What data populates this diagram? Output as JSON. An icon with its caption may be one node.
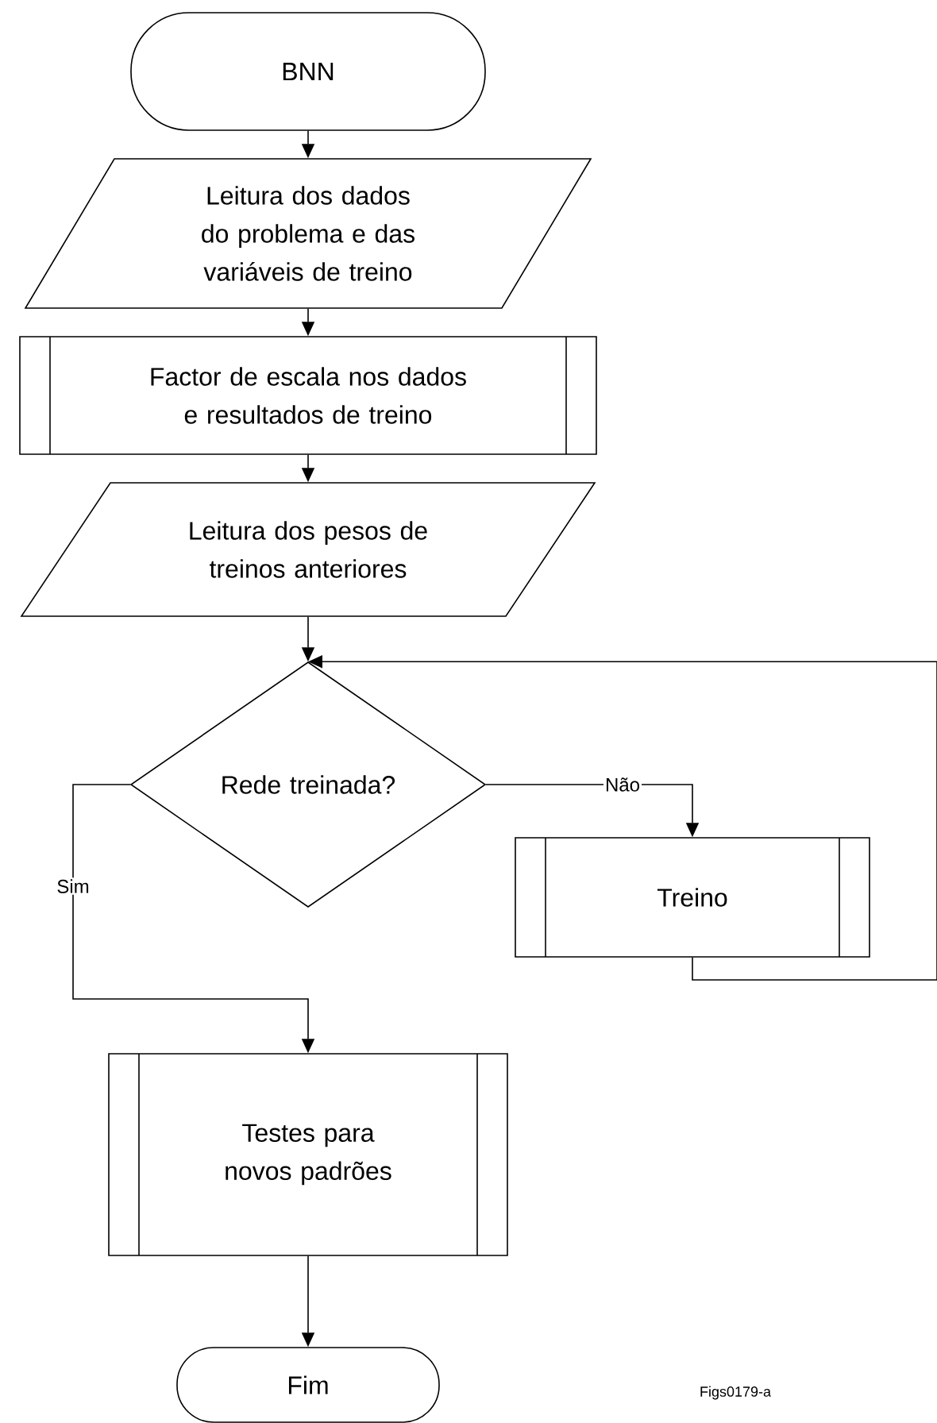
{
  "diagram": {
    "nodes": [
      {
        "text": [
          "BNN"
        ]
      },
      {
        "text": [
          "Leitura dos dados do problema e das variáveis de treino"
        ]
      },
      {
        "text": [
          "Factor de escala nos dados e resultados de treino"
        ]
      },
      {
        "text": [
          "Leitura dos pesos de treinos anteriores"
        ]
      },
      {
        "text": [
          "Rede treinada?"
        ]
      },
      {
        "text": [
          "Treino"
        ]
      },
      {
        "text": [
          "Testes para novos padrões"
        ]
      },
      {
        "text": [
          "Fim"
        ]
      }
    ],
    "edges": [
      {
        "from": 0,
        "to": 1,
        "arrow": "to"
      },
      {
        "from": 1,
        "to": 2,
        "arrow": "to"
      },
      {
        "from": 2,
        "to": 3,
        "arrow": "to"
      },
      {
        "from": 3,
        "to": 4,
        "arrow": "to"
      },
      {
        "from": 4,
        "to": 5,
        "arrow": "to",
        "label": "Não"
      },
      {
        "from": 5,
        "to": 4,
        "arrow": "to"
      },
      {
        "from": 4,
        "to": 6,
        "arrow": "to",
        "label": "Sim"
      },
      {
        "from": 6,
        "to": 7,
        "arrow": "to"
      }
    ],
    "labels": [
      "Figs0179-a"
    ]
  }
}
